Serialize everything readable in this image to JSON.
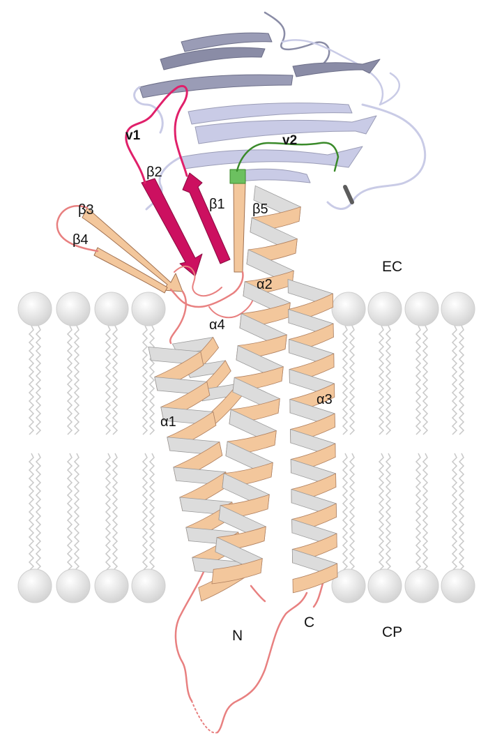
{
  "labels": {
    "v1": "v1",
    "v2": "v2",
    "beta1": "β1",
    "beta2": "β2",
    "beta3": "β3",
    "beta4": "β4",
    "beta5": "β5",
    "alpha1": "α1",
    "alpha2": "α2",
    "alpha3": "α3",
    "alpha4": "α4",
    "ec": "EC",
    "cp": "CP",
    "n_term": "N",
    "c_term": "C"
  },
  "colors": {
    "helix_front": "#f3c79c",
    "helix_back": "#dcdcdc",
    "helix_edge": "#b08060",
    "beta_sheet": "#f3c79c",
    "beta_highlight": "#cc1060",
    "v1_loop": "#e0206a",
    "v2_loop": "#3a8a2a",
    "v2_patch": "#6cc060",
    "loop": "#e88080",
    "top_domain_light": "#c9cbe6",
    "top_domain_dark": "#8a8ca6",
    "lipid_head": "#e6e6e6",
    "lipid_tail": "#c8c8c8"
  }
}
